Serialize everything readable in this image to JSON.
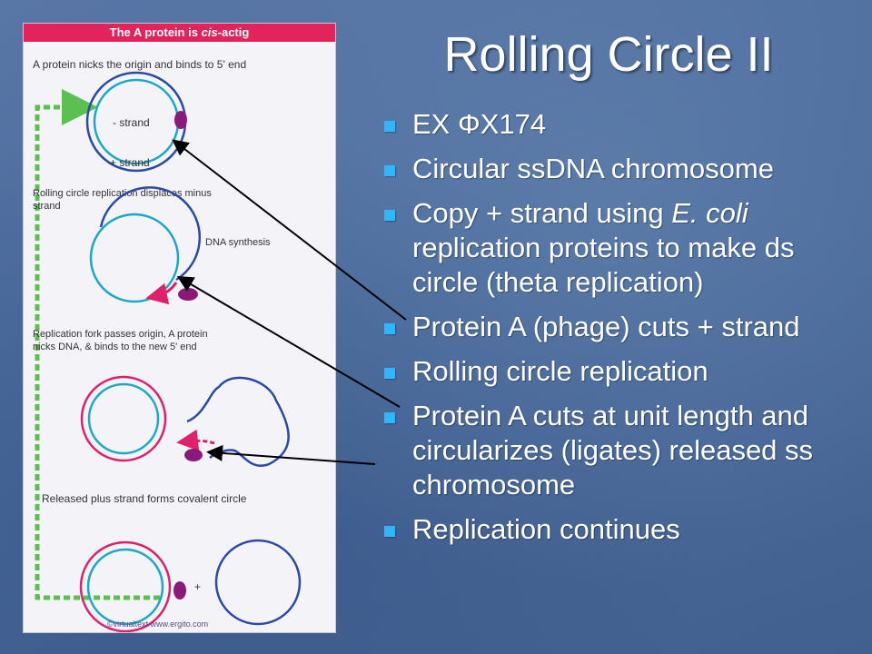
{
  "slide": {
    "title": "Rolling Circle  II",
    "bullets": [
      {
        "text": "EX ΦX174"
      },
      {
        "text": "Circular ssDNA chromosome"
      },
      {
        "text_before": "Copy + strand using ",
        "text_em": "E. coli",
        "text_after": " replication proteins to make ds circle (theta replication)"
      },
      {
        "text": "Protein A (phage) cuts + strand"
      },
      {
        "text": "Rolling circle replication"
      },
      {
        "text": "Protein A cuts at unit length and circularizes (ligates) released ss chromosome"
      },
      {
        "text": "Replication continues"
      }
    ]
  },
  "figure": {
    "header_before": "The A protein is ",
    "header_em": "cis",
    "header_after": "-actig",
    "step1_caption": "A protein nicks the origin and binds to 5' end",
    "minus_strand_label": "- strand",
    "plus_strand_label": "+ strand",
    "step2_caption_line1": "Rolling circle replication displaces minus",
    "step2_caption_line2": "strand",
    "dna_synthesis_label": "DNA synthesis",
    "step3_caption_line1": "Replication fork passes origin, A protein",
    "step3_caption_line2": "nicks DNA, & binds to the new 5' end",
    "step4_caption": "Released plus strand forms covalent circle",
    "plus_sign": "+",
    "credit": "©virtualtext  www.ergito.com"
  },
  "colors": {
    "background": "#4a6c9c",
    "bullet": "#2fb6ff",
    "header_bar": "#e2245a",
    "minus_strand": "#2b4aa8",
    "plus_strand": "#1aa8c8",
    "new_strand": "#e0206a",
    "protein": "#8a1a7a",
    "return_arrow": "#5cc050"
  }
}
